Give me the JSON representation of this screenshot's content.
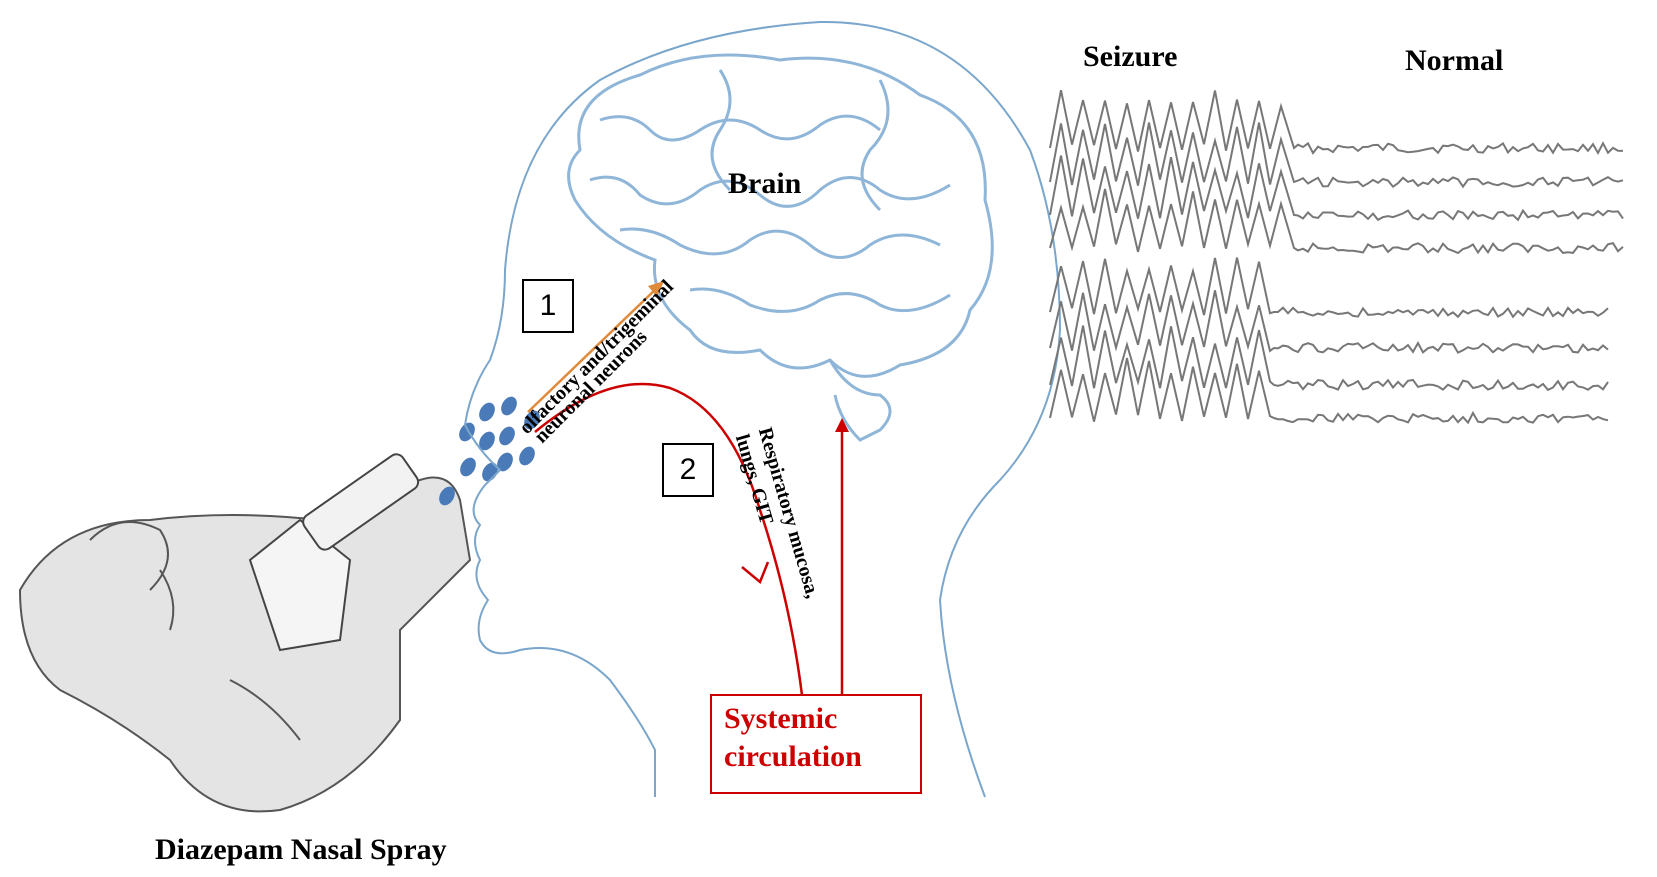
{
  "labels": {
    "brain": "Brain",
    "seizure": "Seizure",
    "normal": "Normal",
    "spray": "Diazepam Nasal Spray",
    "route1": "1",
    "route2": "2",
    "pathway1_line1": "olfactory and/trigeminal",
    "pathway1_line2": "neuronal  neurons",
    "pathway2_line1": "Respiratory mucosa,",
    "pathway2_line2": "lungs, GIT",
    "systemic_line1": "Systemic",
    "systemic_line2": "circulation"
  },
  "colors": {
    "head_outline": "#7aa6cc",
    "brain_outline": "#8fb6d8",
    "pathway1_arrow": "#e08a3c",
    "pathway2_arrow": "#cc0000",
    "droplets": "#4a7ab8",
    "eeg_trace": "#777777",
    "hand": "#d9d9d9"
  }
}
